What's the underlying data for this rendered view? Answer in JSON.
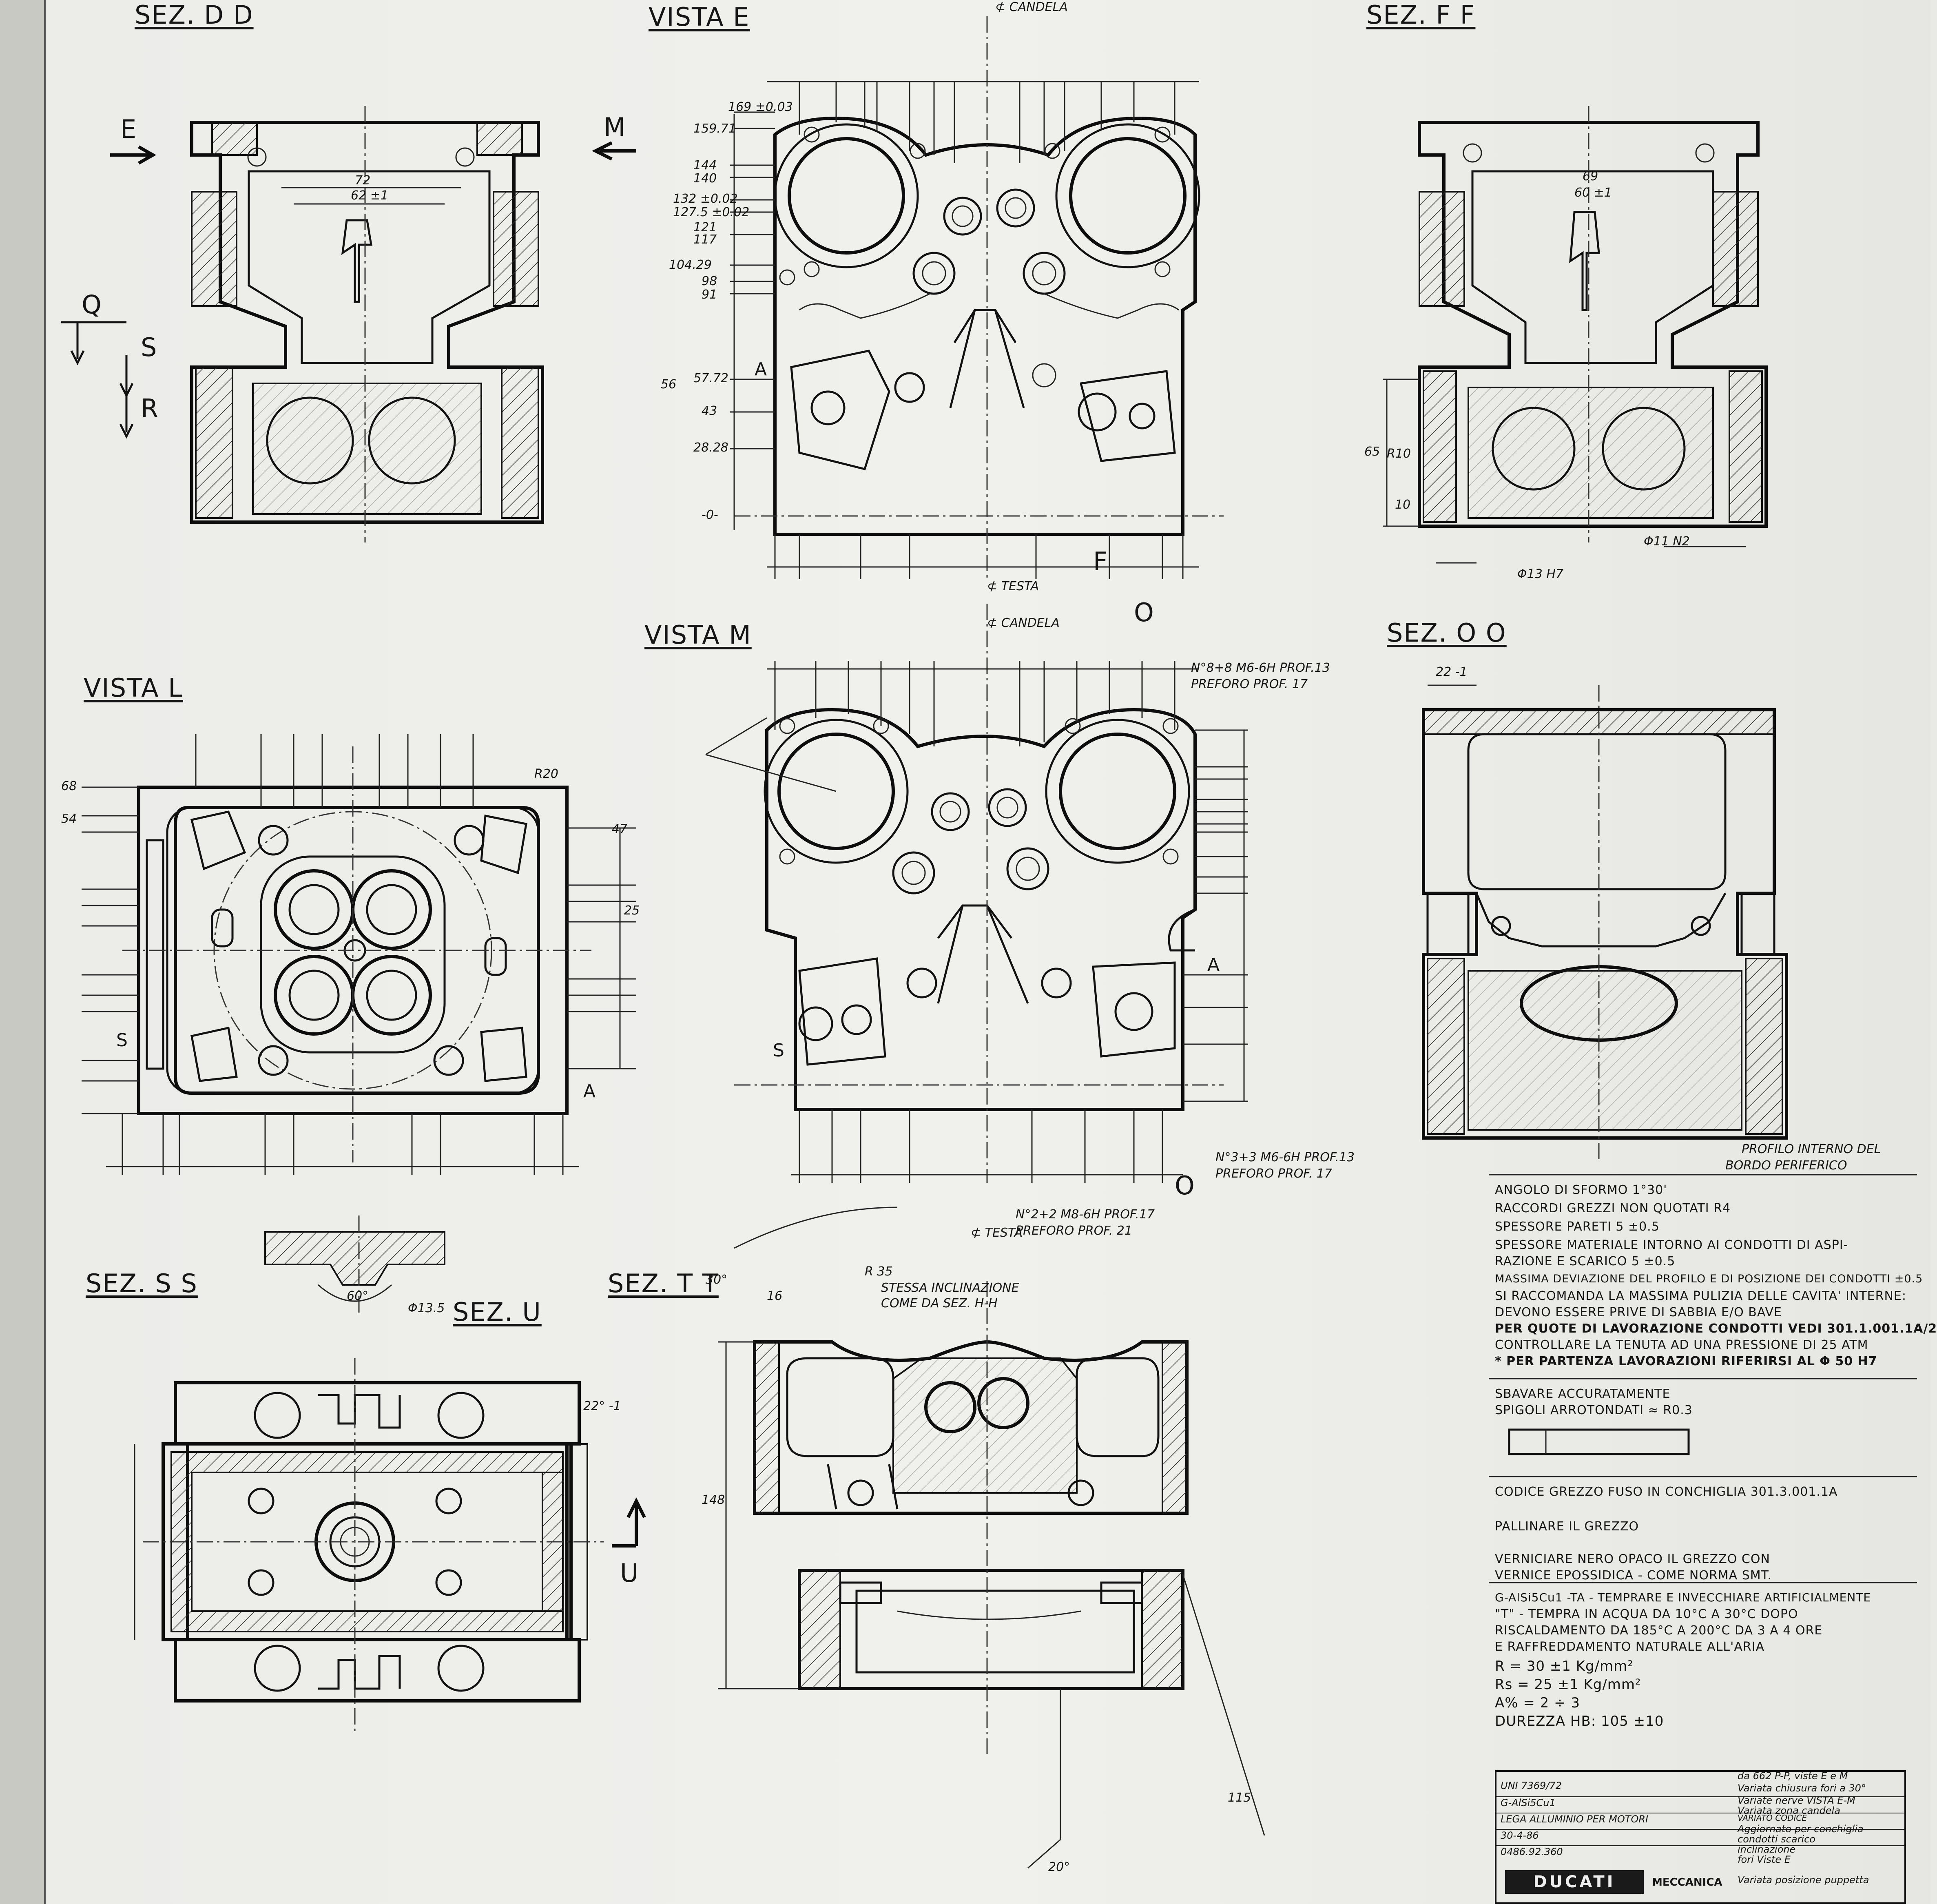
{
  "views": {
    "sez_dd": "SEZ. D D",
    "vista_e": "VISTA E",
    "sez_ff": "SEZ. F F",
    "vista_l": "VISTA L",
    "vista_m": "VISTA M",
    "sez_oo": "SEZ. O O",
    "sez_ss": "SEZ. S S",
    "sez_u": "SEZ. U",
    "sez_tt": "SEZ. T T"
  },
  "markers": {
    "e": "E",
    "m": "M",
    "q": "Q",
    "s": "S",
    "r": "R",
    "f": "F",
    "o_top": "O",
    "o_bottom": "O",
    "a_e": "A",
    "a_m": "A",
    "a_l": "A",
    "s_m": "S",
    "s_l": "S",
    "u": "U"
  },
  "labels": {
    "candela": "⊄ CANDELA",
    "testa": "⊄ TESTA",
    "profilo": "PROFILO INTERNO DEL",
    "bordo": "BORDO PERIFERICO",
    "thread_1": "N°8+8 M6-6H PROF.13",
    "predrill_1": "PREFORO PROF. 17",
    "thread_2": "N°3+3 M6-6H PROF.13",
    "predrill_2": "PREFORO PROF. 17",
    "thread_3": "N°2+2 M8-6H PROF.17",
    "predrill_3": "PREFORO PROF. 21",
    "stessa": "STESSA INCLINAZIONE",
    "come": "COME DA SEZ. H-H"
  },
  "notes": [
    "ANGOLO DI SFORMO 1°30'",
    "RACCORDI GREZZI NON QUOTATI R4",
    "SPESSORE PARETI 5 ±0.5",
    "SPESSORE MATERIALE INTORNO AI CONDOTTI DI ASPI-",
    "RAZIONE E SCARICO 5 ±0.5",
    "MASSIMA DEVIAZIONE DEL PROFILO E DI POSIZIONE DEI CONDOTTI ±0.5",
    "SI RACCOMANDA LA MASSIMA PULIZIA DELLE CAVITA' INTERNE:",
    "DEVONO ESSERE PRIVE DI SABBIA E/O BAVE",
    "PER QUOTE DI LAVORAZIONE CONDOTTI VEDI 301.1.001.1A/2",
    "CONTROLLARE LA TENUTA AD UNA PRESSIONE DI 25 ATM",
    "* PER PARTENZA LAVORAZIONI RIFERIRSI AL Φ 50 H7",
    "SBAVARE ACCURATAMENTE",
    "SPIGOLI ARROTONDATI ≈ R0.3",
    "CODICE GREZZO FUSO IN CONCHIGLIA 301.3.001.1A",
    "PALLINARE IL GREZZO",
    "VERNICIARE NERO OPACO IL GREZZO CON",
    "VERNICE EPOSSIDICA - COME NORMA SMT.",
    "G-AlSi5Cu1 -TA - TEMPRARE E INVECCHIARE ARTIFICIALMENTE",
    "\"T\" - TEMPRA IN ACQUA DA 10°C A 30°C DOPO",
    "RISCALDAMENTO DA 185°C A 200°C DA 3 A 4 ORE",
    "E RAFFREDDAMENTO NATURALE ALL'ARIA",
    "R = 30 ±1 Kg/mm²",
    "Rs = 25 ±1 Kg/mm²",
    "A% = 2 ÷ 3",
    "DUREZZA HB: 105 ±10"
  ],
  "titleblock": {
    "uni": "UNI 7369/72",
    "material_code": "G-AlSi5Cu1",
    "material": "LEGA ALLUMINIO PER MOTORI",
    "date": "30-4-86",
    "part": "0486.92.360",
    "logo": "DUCATI",
    "logo_sub": "MECCANICA"
  },
  "revisions": [
    "da 662 P-P, viste E e M",
    "Variata chiusura fori a 30°",
    "Variate nerve VISTA E-M",
    "Variata zona candela",
    "VARIATO CODICE",
    "Aggiornato per conchiglia",
    "condotti scarico",
    "inclinazione",
    "fori Viste E",
    "Variata posizione puppetta"
  ],
  "dimensions": {
    "d_72": "72",
    "d_62": "62 ±1",
    "d_69": "69",
    "d_60": "60 ±1",
    "d_65": "65",
    "d_10": "10",
    "d_r10": "R10",
    "d_169": "169 ±0.03",
    "d_159": "159.71",
    "d_144": "144",
    "d_140": "140",
    "d_132": "132 ±0.02",
    "d_127": "127.5 ±0.02",
    "d_121": "121",
    "d_117": "117",
    "d_104": "104.29",
    "d_98": "98",
    "d_91": "91",
    "d_57": "57.72",
    "d_43": "43",
    "d_28": "28.28",
    "d_0": "-0-",
    "d_56": "56",
    "d_22": "22 -1",
    "d_11n2": "Φ11 N2",
    "d_13h7": "Φ13 H7",
    "d_r35": "R 35",
    "d_16": "16",
    "d_148": "148",
    "d_115": "115",
    "d_60deg": "60°",
    "d_135": "Φ13.5",
    "d_22b": "22° -1",
    "d_30deg": "30°",
    "d_20deg": "20°",
    "d_47": "47",
    "d_25": "25",
    "d_r20": "R20",
    "d_68": "68",
    "d_54": "54"
  }
}
